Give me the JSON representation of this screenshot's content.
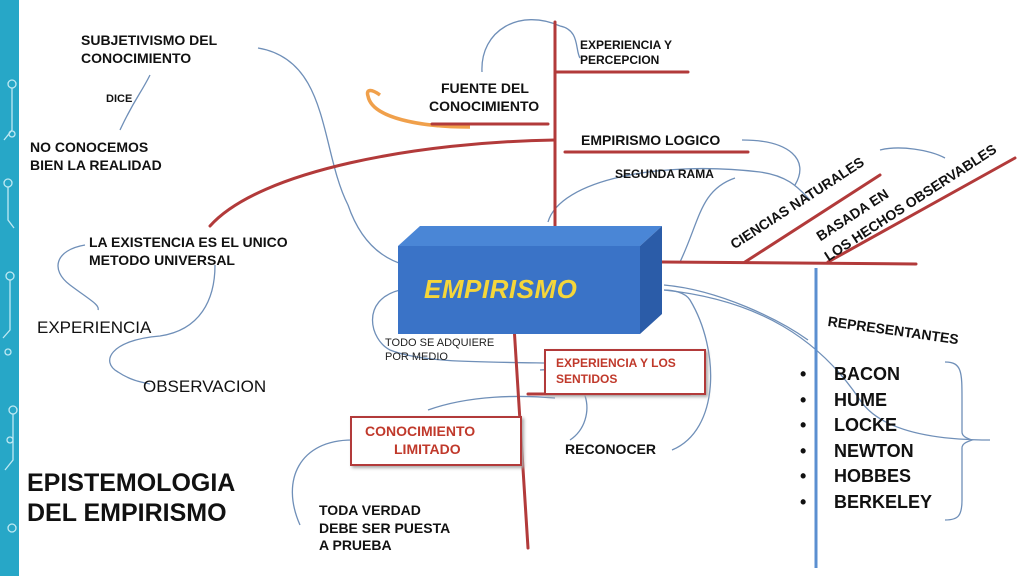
{
  "slide": {
    "title_line1": "EPISTEMOLOGIA",
    "title_line2": "DEL EMPIRISMO"
  },
  "center": {
    "label": "EMPIRISMO"
  },
  "nodes": {
    "subjetivismo_l1": "SUBJETIVISMO DEL",
    "subjetivismo_l2": "CONOCIMIENTO",
    "dice": "DICE",
    "no_conocemos_l1": "NO CONOCEMOS",
    "no_conocemos_l2": "BIEN LA REALIDAD",
    "fuente_l1": "FUENTE DEL",
    "fuente_l2": "CONOCIMIENTO",
    "experiencia_percepcion_l1": "EXPERIENCIA Y",
    "experiencia_percepcion_l2": "PERCEPCION",
    "empirismo_logico": "EMPIRISMO LOGICO",
    "segunda_rama": "SEGUNDA RAMA",
    "ciencias_naturales": "CIENCIAS NATURALES",
    "basada_l1": "BASADA EN",
    "basada_l2": "LOS HECHOS OBSERVABLES",
    "existencia_l1": "LA EXISTENCIA ES EL UNICO",
    "existencia_l2": "METODO UNIVERSAL",
    "experiencia": "EXPERIENCIA",
    "observacion": "OBSERVACION",
    "todo_se_l1": "TODO SE ADQUIERE",
    "todo_se_l2": "POR MEDIO",
    "exp_sentidos_l1": "EXPERIENCIA Y LOS",
    "exp_sentidos_l2": "SENTIDOS",
    "conoc_limitado_l1": "CONOCIMIENTO",
    "conoc_limitado_l2": "LIMITADO",
    "reconocer": "RECONOCER",
    "toda_verdad_l1": "TODA VERDAD",
    "toda_verdad_l2": "DEBE SER PUESTA",
    "toda_verdad_l3": "A PRUEBA",
    "representantes": "REPRESENTANTES"
  },
  "representantes": [
    "BACON",
    "HUME",
    "LOCKE",
    "NEWTON",
    "HOBBES",
    "BERKELEY"
  ],
  "bullet": "•",
  "colors": {
    "sidebar": "#27a7c7",
    "red_line": "#b23a3a",
    "blue_line": "#5b8fd0",
    "curve": "#6f8fb8",
    "orange": "#f0a04b",
    "box": "#3a73c7",
    "box_text": "#f5d63a"
  }
}
